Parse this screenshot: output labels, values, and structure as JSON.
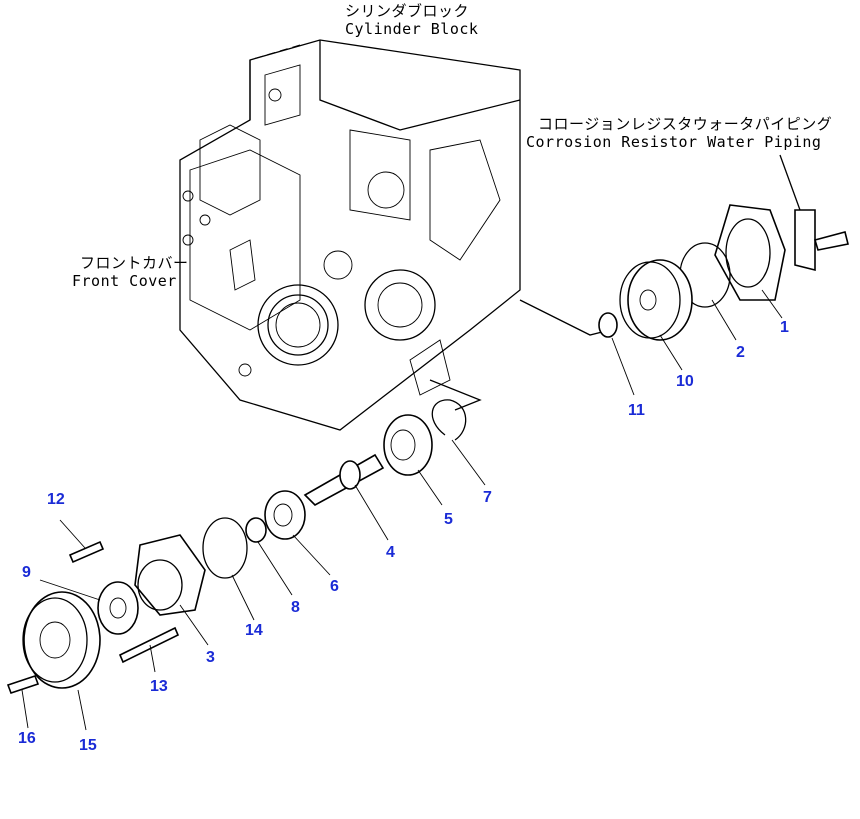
{
  "labels": {
    "cylinder_block": {
      "jp": "シリンダブロック",
      "en": "Cylinder Block"
    },
    "corrosion_resistor": {
      "jp": "コロージョンレジスタウォータパイピング",
      "en": "Corrosion Resistor Water Piping"
    },
    "front_cover": {
      "jp": "フロントカバー",
      "en": "Front Cover"
    }
  },
  "part_numbers": [
    "1",
    "2",
    "3",
    "4",
    "5",
    "6",
    "7",
    "8",
    "9",
    "10",
    "11",
    "12",
    "13",
    "14",
    "15",
    "16"
  ],
  "colors": {
    "callout": "#1a2bd6",
    "line": "#000000",
    "background": "#ffffff"
  }
}
